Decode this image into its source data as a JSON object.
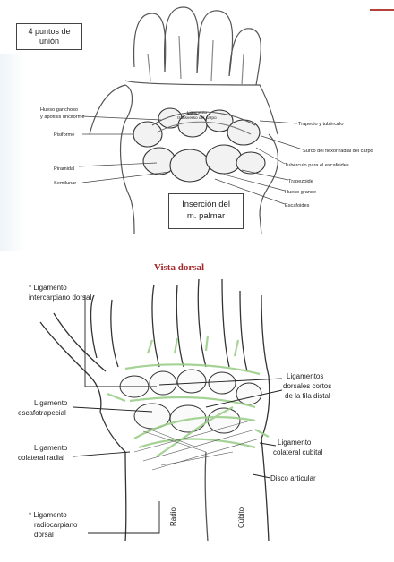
{
  "top": {
    "box_points": [
      "4 puntos de",
      "unión"
    ],
    "box_insertion": [
      "Inserción del",
      "m. palmar"
    ],
    "labels_left": [
      "Hueso ganchoso",
      "y apófisis unciforme",
      "Pisiforme",
      "Piramidal",
      "Semilunar"
    ],
    "labels_center": [
      "Ligamento",
      "transverso del carpo"
    ],
    "labels_right": [
      "Trapecio y tubérculo",
      "Surco del flexor radial del carpo",
      "Tubérculo para el escafoides",
      "Trapezoide",
      "Hueso grande",
      "Escafoides"
    ]
  },
  "bottom": {
    "title": "Vista dorsal",
    "labels": {
      "intercarpiano": [
        "* Ligamento",
        "intercarpiano dorsal"
      ],
      "escafotrapecial": [
        "Ligamento",
        "escafotrapecial"
      ],
      "colateral_radial": [
        "Ligamento",
        "colateral radial"
      ],
      "radiocarpiano": [
        "* Ligamento",
        "radiocarpiano",
        "dorsal"
      ],
      "dorsales_cortos": [
        "Ligamentos",
        "dorsales cortos",
        "de la fila distal"
      ],
      "colateral_cubital": [
        "Ligamento",
        "colateral cubital"
      ],
      "disco": "Disco articular",
      "radio": "Radio",
      "cubito": "Cúbito"
    }
  },
  "colors": {
    "accent": "#b5413b",
    "ligament_green": "#9ccf8a",
    "title_red": "#a3262a"
  }
}
